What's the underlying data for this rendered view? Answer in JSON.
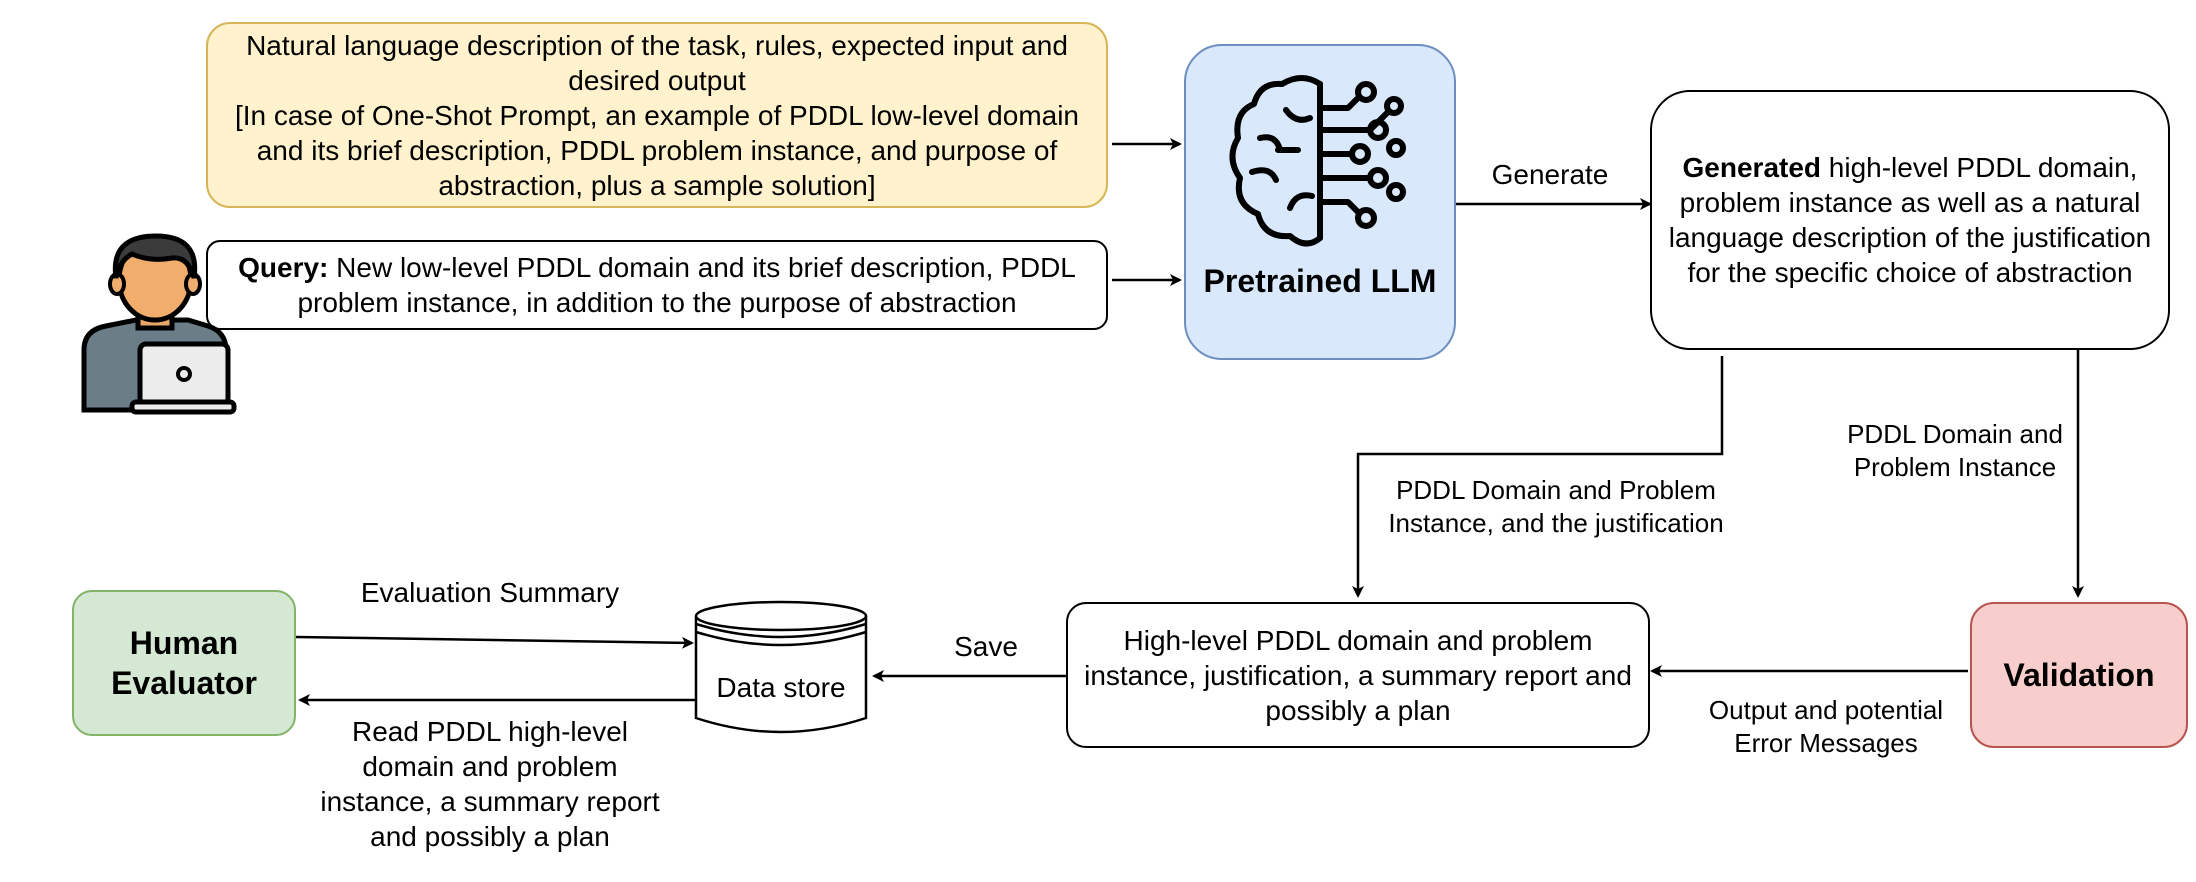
{
  "nodes": {
    "prompt": {
      "line1": "Natural language description of the task, rules, expected input and",
      "line2": "desired output",
      "line3": "[In case of One-Shot Prompt, an example of PDDL low-level domain",
      "line4": "and its brief description, PDDL problem instance, and purpose of",
      "line5": "abstraction, plus a sample solution]"
    },
    "query": {
      "bold": "Query:",
      "line1": " New low-level PDDL domain and its brief description, PDDL",
      "line2": "problem instance, in addition to the purpose of abstraction"
    },
    "llm": {
      "label": "Pretrained LLM"
    },
    "generated": {
      "bold": "Generated",
      "line1": " high-level PDDL domain,",
      "line2": "problem instance as well as a natural",
      "line3": "language description of the justification",
      "line4": "for the specific choice of abstraction"
    },
    "validation": {
      "label": "Validation"
    },
    "highlevel": {
      "line1": "High-level PDDL domain and problem",
      "line2": "instance, justification, a summary report and",
      "line3": "possibly a plan"
    },
    "datastore": {
      "label": "Data store"
    },
    "human": {
      "line1": "Human",
      "line2": "Evaluator"
    }
  },
  "edges": {
    "generate": "Generate",
    "to_validation": {
      "line1": "PDDL Domain and",
      "line2": "Problem Instance"
    },
    "to_highlevel": {
      "line1": "PDDL Domain and Problem",
      "line2": "Instance, and the justification"
    },
    "output": {
      "line1": "Output and potential",
      "line2": "Error Messages"
    },
    "save": "Save",
    "eval_summary": "Evaluation Summary",
    "read": {
      "line1": "Read PDDL high-level",
      "line2": "domain and problem",
      "line3": "instance, a summary report",
      "line4": "and possibly a plan"
    }
  },
  "colors": {
    "prompt_fill": "#fff2cc",
    "prompt_stroke": "#d6b656",
    "llm_fill": "#dae8fc",
    "llm_stroke": "#6c8ebf",
    "validation_fill": "#f8cecc",
    "validation_stroke": "#b85450",
    "human_fill": "#d5e8d4",
    "human_stroke": "#82b366"
  },
  "icons": [
    "brain-circuit-icon",
    "user-laptop-icon",
    "database-icon"
  ]
}
